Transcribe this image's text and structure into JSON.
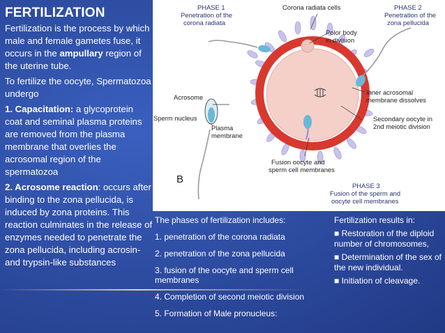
{
  "slide": {
    "title": "FERTILIZATION",
    "intro_p1_before": "Fertilization is the process by which male and female gametes fuse, it occurs in the ",
    "intro_p1_bold": "ampullary",
    "intro_p1_after": " region of the uterine tube.",
    "intro_p2": "To fertilize the oocyte, Spermatozoa  undergo",
    "capacitation_heading": "1. Capacitation:",
    "capacitation_text": " a glycoprotein coat and seminal plasma proteins are removed from the plasma membrane that overlies the acrosomal region of the spermatozoa",
    "acrosome_heading": "2. Acrosome reaction",
    "acrosome_text": ": occurs after binding to the zona pellucida, is induced by zona proteins. This reaction culminates in the release of enzymes needed to penetrate the zona pellucida, including acrosin- and trypsin-like substances"
  },
  "figure": {
    "phase1_line1": "PHASE 1",
    "phase1_line2": "Penetration of the",
    "phase1_line3": "corona radiata",
    "corona_label": "Corona radiata cells",
    "phase2_line1": "PHASE 2",
    "phase2_line2": "Penetration of the",
    "phase2_line3": "zona pellucida",
    "polar_line1": "Polor body",
    "polar_line2": "in division",
    "acrosome_label": "Acrosome",
    "sperm_nucleus_label": "Sperm nucleus",
    "plasma_line1": "Plasma",
    "plasma_line2": "membrane",
    "inner_line1": "Inner acrosomal",
    "inner_line2": "membrane dissolves",
    "secondary_line1": "Secondary oocyte in",
    "secondary_line2": "2nd meiotic division",
    "fusion_line1": "Fusion oocyte and",
    "fusion_line2": "sperm cell membranes",
    "panel_letter": "B",
    "phase3_line1": "PHASE 3",
    "phase3_line2": "Fusion of the sperm and",
    "phase3_line3": "oocyte cell membranes"
  },
  "phases": {
    "title": "The phases of fertilization includes:",
    "items": [
      "1. penetration of the corona radiata",
      "2. penetration of the zona pellucida",
      "3. fusion of the oocyte and sperm cell membranes",
      "4. Completion of second meiotic division",
      "5. Formation of Male pronucleus:"
    ]
  },
  "results": {
    "title": "Fertilization results in:",
    "items": [
      "■ Restoration of the diploid number of chromosomes,",
      "■ Determination of the sex of the new individual.",
      "■ Initiation of cleavage."
    ]
  }
}
